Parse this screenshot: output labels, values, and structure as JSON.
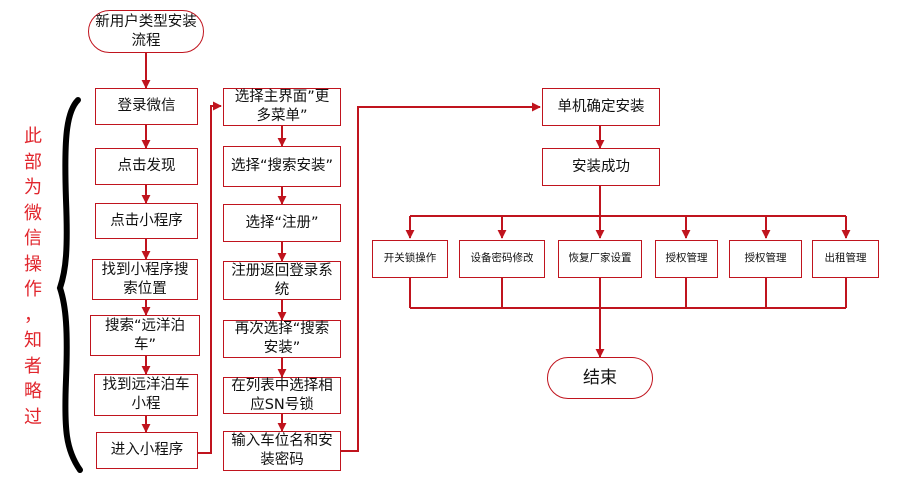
{
  "colors": {
    "line": "#c0141e",
    "side_note": "#e1262d",
    "brace": "#000000"
  },
  "start": "新用户类型安装流程",
  "side_note": "此\n部\n为\n微\n信\n操\n作\n，\n知\n者\n略\n过",
  "column1": [
    "登录微信",
    "点击发现",
    "点击小程序",
    "找到小程序搜索位置",
    "搜索“远洋泊车”",
    "找到远洋泊车小程",
    "进入小程序"
  ],
  "column2": [
    "选择主界面”更多菜单”",
    "选择“搜索安装”",
    "选择“注册”",
    "注册返回登录系统",
    "再次选择“搜索安装”",
    "在列表中选择相应SN号锁",
    "输入车位名和安装密码"
  ],
  "confirm": "单机确定安装",
  "success": "安装成功",
  "functions": [
    "开关锁操作",
    "设备密码修改",
    "恢复厂家设置",
    "授权管理",
    "授权管理",
    "出租管理"
  ],
  "end": "结束"
}
